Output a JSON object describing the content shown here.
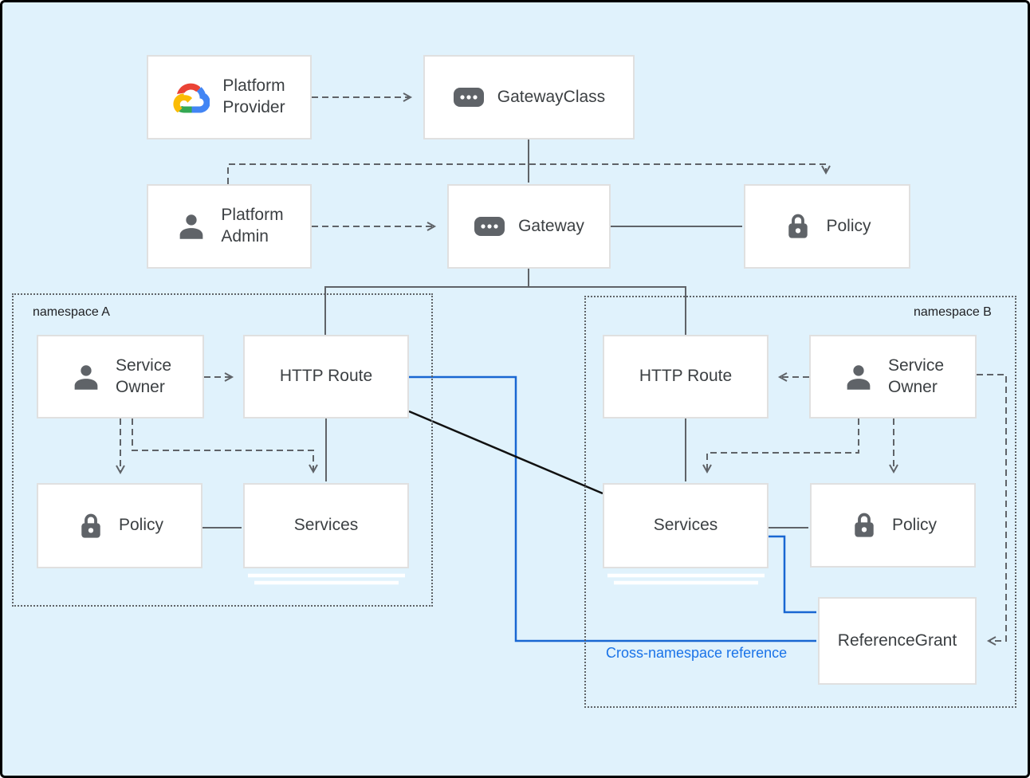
{
  "diagram": {
    "nodes": {
      "platform_provider": {
        "line1": "Platform",
        "line2": "Provider",
        "icon": "google-cloud-logo"
      },
      "gateway_class": {
        "label": "GatewayClass",
        "icon": "resource-chip"
      },
      "platform_admin": {
        "line1": "Platform",
        "line2": "Admin",
        "icon": "person"
      },
      "gateway": {
        "label": "Gateway",
        "icon": "resource-chip"
      },
      "policy_top": {
        "label": "Policy",
        "icon": "lock"
      },
      "namespace_a": {
        "label": "namespace A",
        "service_owner": {
          "line1": "Service",
          "line2": "Owner",
          "icon": "person"
        },
        "http_route": {
          "label": "HTTP Route"
        },
        "policy": {
          "label": "Policy",
          "icon": "lock"
        },
        "services": {
          "label": "Services"
        }
      },
      "namespace_b": {
        "label": "namespace B",
        "http_route": {
          "label": "HTTP Route"
        },
        "service_owner": {
          "line1": "Service",
          "line2": "Owner",
          "icon": "person"
        },
        "services": {
          "label": "Services"
        },
        "policy": {
          "label": "Policy",
          "icon": "lock"
        },
        "reference_grant": {
          "label": "ReferenceGrant"
        }
      }
    },
    "annotations": {
      "cross_namespace_reference": "Cross-namespace reference"
    },
    "colors": {
      "background": "#E0F2FC",
      "frame_border": "#000000",
      "box_fill": "#FFFFFF",
      "box_border": "#E0E0E0",
      "text": "#3C4043",
      "connector_gray": "#5F6368",
      "connector_blue": "#1967D2",
      "connector_black": "#111111",
      "annotation_blue": "#1A73E8",
      "icon_gray": "#5F6368",
      "logo_blue": "#4285F4",
      "logo_red": "#EA4335",
      "logo_yellow": "#FBBC05",
      "logo_green": "#34A853"
    }
  }
}
